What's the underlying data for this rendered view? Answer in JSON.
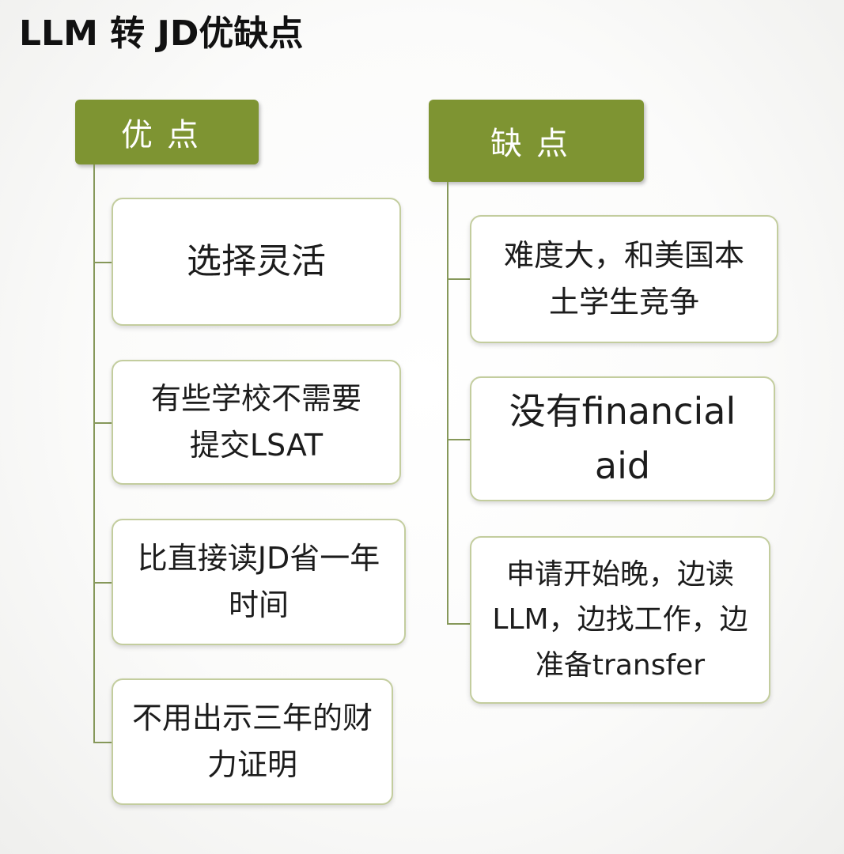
{
  "title": "LLM 转 JD优缺点",
  "pros": {
    "header": "优点",
    "items": [
      "选择灵活",
      "有些学校不需要提交LSAT",
      "比直接读JD省一年时间",
      "不用出示三年的财力证明"
    ]
  },
  "cons": {
    "header": "缺点",
    "items": [
      "难度大，和美国本土学生竞争",
      "没有financial aid",
      "申请开始晚，边读LLM，边找工作，边准备transfer"
    ]
  },
  "colors": {
    "header_fill": "#7e9432",
    "connector": "#86985a",
    "card_border": "#c3cd9e"
  }
}
